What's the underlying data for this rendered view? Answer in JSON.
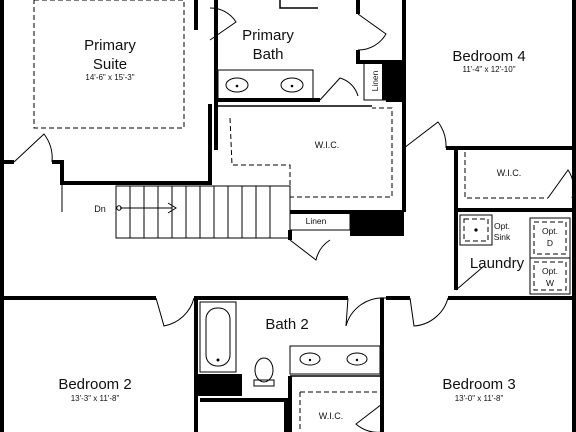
{
  "rooms": {
    "primary_suite": {
      "line1": "Primary",
      "line2": "Suite",
      "dims": "14'-6\" x 15'-3\""
    },
    "primary_bath": {
      "line1": "Primary",
      "line2": "Bath"
    },
    "bedroom4": {
      "name": "Bedroom 4",
      "dims": "11'-4\" x 12'-10\""
    },
    "wic_primary": {
      "name": "W.I.C."
    },
    "wic_bed4": {
      "name": "W.I.C."
    },
    "wic_bed3": {
      "name": "W.I.C."
    },
    "linen_upper": {
      "name": "Linen"
    },
    "linen_hall": {
      "name": "Linen"
    },
    "stairs": {
      "label": "Dn"
    },
    "laundry": {
      "name": "Laundry",
      "opt_sink": [
        "Opt.",
        "Sink"
      ],
      "opt_dryer": [
        "Opt.",
        "D"
      ],
      "opt_washer": [
        "Opt.",
        "W"
      ]
    },
    "bath2": {
      "name": "Bath 2"
    },
    "bedroom2": {
      "name": "Bedroom 2",
      "dims": "13'-3\" x 11'-8\""
    },
    "bedroom3": {
      "name": "Bedroom 3",
      "dims": "13'-0\" x 11'-8\""
    }
  }
}
